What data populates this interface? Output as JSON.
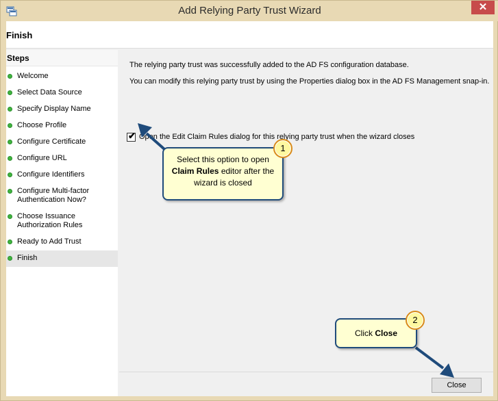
{
  "window": {
    "title": "Add Relying Party Trust Wizard",
    "close_glyph": "✕"
  },
  "header": {
    "title": "Finish"
  },
  "sidebar": {
    "heading": "Steps",
    "steps": [
      "Welcome",
      "Select Data Source",
      "Specify Display Name",
      "Choose Profile",
      "Configure Certificate",
      "Configure URL",
      "Configure Identifiers",
      "Configure Multi-factor Authentication Now?",
      "Choose Issuance Authorization Rules",
      "Ready to Add Trust",
      "Finish"
    ],
    "active_step": "Finish"
  },
  "main": {
    "message1": "The relying party trust was successfully added to the AD FS configuration database.",
    "message2": "You can modify this relying party trust by using the Properties dialog box in the AD FS Management snap-in.",
    "checkbox_label": "Open the Edit Claim Rules dialog for this relying party trust when the wizard closes",
    "checkbox_checked": true
  },
  "footer": {
    "close_label": "Close"
  },
  "callouts": [
    {
      "number": "1",
      "before": "Select this option to open",
      "bold": "Claim Rules",
      "after": "editor after the wizard is closed"
    },
    {
      "number": "2",
      "before": "Click",
      "bold": "Close",
      "after": ""
    }
  ],
  "colors": {
    "titlebar": "#e8d9b4",
    "window_close": "#c74b4b",
    "step_dot": "#3fb43f",
    "callout_fill": "#ffffd2",
    "callout_border": "#1f4b7b",
    "badge_border": "#d98b1a"
  }
}
